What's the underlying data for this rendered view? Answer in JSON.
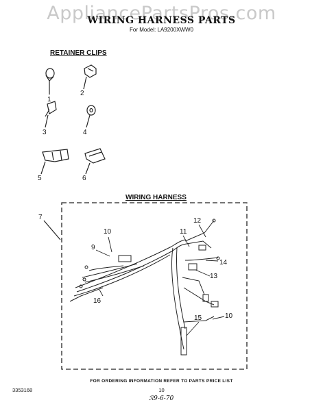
{
  "watermark": "AppliancePartsPros.com",
  "title": "WIRING HARNESS PARTS",
  "model_line": "For Model: LA9200XWW0",
  "sections": {
    "retainer_clips": "RETAINER CLIPS",
    "wiring_harness": "WIRING HARNESS"
  },
  "callouts": {
    "c1": "1",
    "c2": "2",
    "c3": "3",
    "c4": "4",
    "c5": "5",
    "c6": "6",
    "c7": "7",
    "c9": "9",
    "c10a": "10",
    "c10b": "10",
    "c11": "11",
    "c12": "12",
    "c13": "13",
    "c14": "14",
    "c15": "15",
    "c16": "16"
  },
  "footer_note": "FOR ORDERING INFORMATION REFER TO PARTS PRICE LIST",
  "doc_code": "3353168",
  "page_number": "10",
  "signature": "ℛ9-6-70"
}
